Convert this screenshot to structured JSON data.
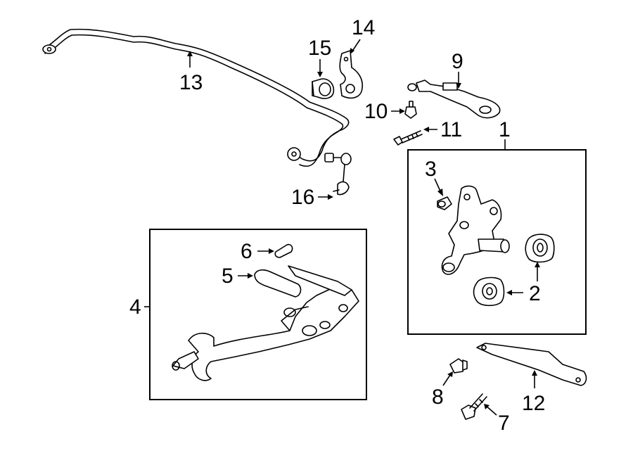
{
  "callouts": {
    "c1": "1",
    "c2": "2",
    "c3": "3",
    "c4": "4",
    "c5": "5",
    "c6": "6",
    "c7": "7",
    "c8": "8",
    "c9": "9",
    "c10": "10",
    "c11": "11",
    "c12": "12",
    "c13": "13",
    "c14": "14",
    "c15": "15",
    "c16": "16"
  },
  "parts": [
    {
      "callout": "1",
      "icon": "knuckle-assembly-icon"
    },
    {
      "callout": "2",
      "icon": "bushing-icon"
    },
    {
      "callout": "3",
      "icon": "bushing-small-icon"
    },
    {
      "callout": "4",
      "icon": "trailing-arm-assembly-icon"
    },
    {
      "callout": "5",
      "icon": "arm-pad-icon"
    },
    {
      "callout": "6",
      "icon": "cap-icon"
    },
    {
      "callout": "7",
      "icon": "bolt-icon"
    },
    {
      "callout": "8",
      "icon": "nut-icon"
    },
    {
      "callout": "9",
      "icon": "control-arm-icon"
    },
    {
      "callout": "10",
      "icon": "nut-icon"
    },
    {
      "callout": "11",
      "icon": "bolt-icon"
    },
    {
      "callout": "12",
      "icon": "bracket-plate-icon"
    },
    {
      "callout": "13",
      "icon": "stabilizer-bar-icon"
    },
    {
      "callout": "14",
      "icon": "bracket-icon"
    },
    {
      "callout": "15",
      "icon": "bushing-icon"
    },
    {
      "callout": "16",
      "icon": "stabilizer-link-icon"
    }
  ]
}
